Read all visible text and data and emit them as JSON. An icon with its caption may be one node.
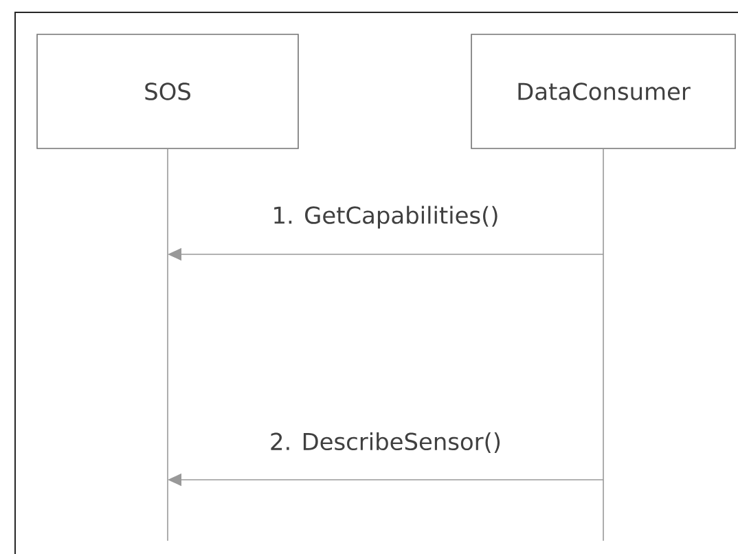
{
  "diagram": {
    "nodes": [
      {
        "text": [
          "SOS"
        ]
      },
      {
        "text": [
          "DataConsumer"
        ]
      }
    ],
    "edges": [
      {
        "from": 1,
        "to": 0,
        "arrow": "to",
        "label": "1. GetCapabilities()"
      },
      {
        "from": 1,
        "to": 0,
        "arrow": "to",
        "label": "2. DescribeSensor()"
      }
    ]
  }
}
